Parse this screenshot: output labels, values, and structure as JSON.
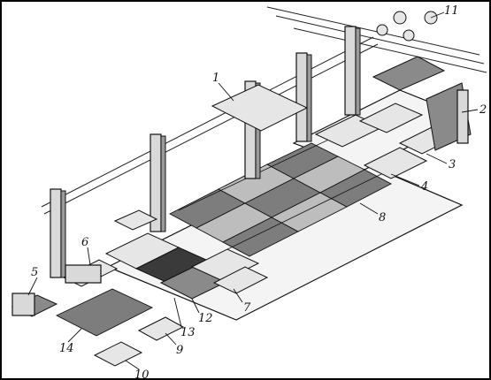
{
  "figure": {
    "labels": [
      "1",
      "2",
      "3",
      "4",
      "5",
      "6",
      "7",
      "8",
      "9",
      "10",
      "11",
      "12",
      "13",
      "14"
    ]
  }
}
